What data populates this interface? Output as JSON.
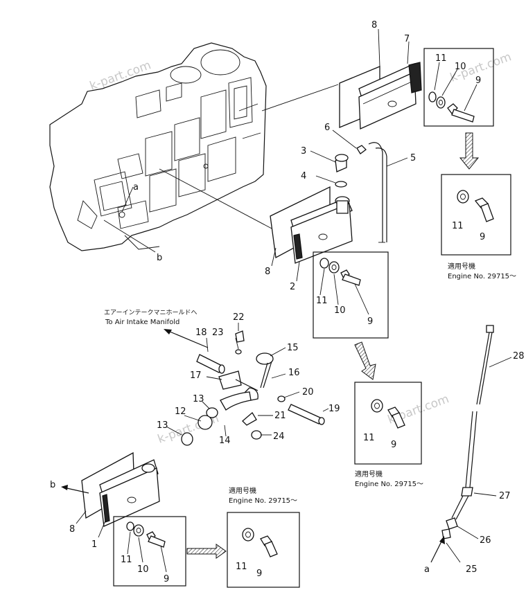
{
  "watermarks": [
    "k-part.com",
    "k-part.com",
    "k-part.com",
    "k-part.com"
  ],
  "callouts": {
    "n8_top": "8",
    "n7": "7",
    "n11_a": "11",
    "n10_a": "10",
    "n9_a": "9",
    "n6": "6",
    "n3": "3",
    "n5": "5",
    "n4": "4",
    "a_top": "a",
    "b_top": "b",
    "n11_b": "11",
    "n9_b": "9",
    "n8_mid": "8",
    "n2": "2",
    "n11_c": "11",
    "n10_c": "10",
    "n9_c": "9",
    "n22": "22",
    "n23": "23",
    "n18": "18",
    "n15": "15",
    "n16": "16",
    "n17": "17",
    "n13_a": "13",
    "n20": "20",
    "n19": "19",
    "n12": "12",
    "n21": "21",
    "n13_b": "13",
    "n14": "14",
    "n24": "24",
    "n11_d": "11",
    "n9_d": "9",
    "b_bot": "b",
    "n8_bot": "8",
    "n1": "1",
    "n11_e": "11",
    "n10_e": "10",
    "n9_e": "9",
    "n11_f": "11",
    "n9_f": "9",
    "n28": "28",
    "n27": "27",
    "n26": "26",
    "a_bot": "a",
    "n25": "25"
  },
  "captions": {
    "intake_jp": "エアーインテークマニホールドへ",
    "intake_en": "To Air Intake Manifold",
    "serial1_jp": "適用号機",
    "serial1_en": "Engine No. 29715～",
    "serial2_jp": "適用号機",
    "serial2_en": "Engine No. 29715～",
    "serial3_jp": "適用号機",
    "serial3_en": "Engine No. 29715～"
  }
}
